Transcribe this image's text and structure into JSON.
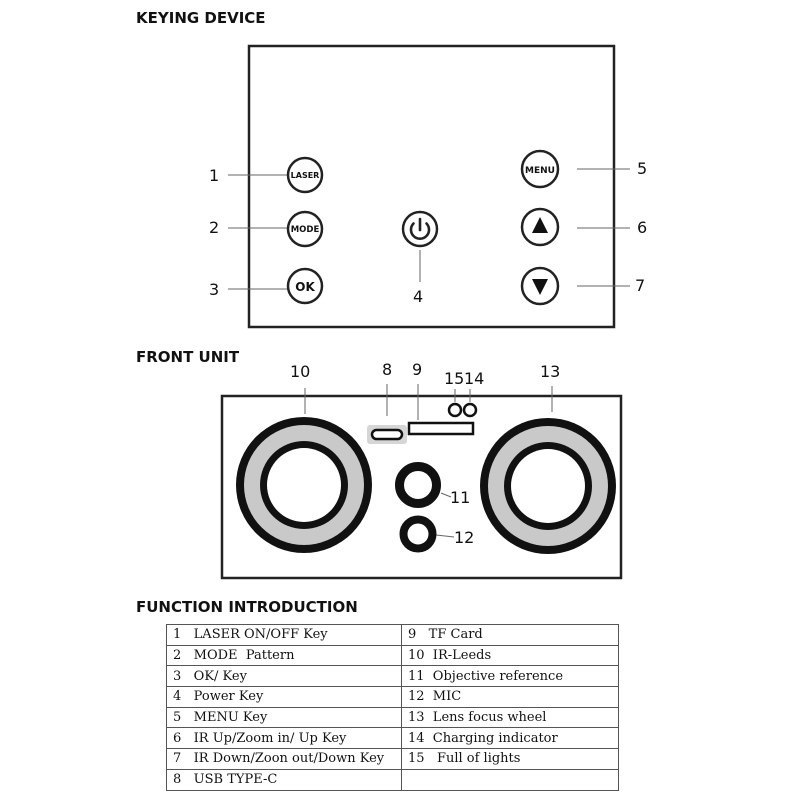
{
  "headings": {
    "keying": "KEYING DEVICE",
    "front": "FRONT UNIT",
    "function": "FUNCTION INTRODUCTION"
  },
  "keying": {
    "buttons": {
      "laser": "LASER",
      "mode": "MODE",
      "ok": "OK",
      "menu": "MENU"
    },
    "callouts": [
      "1",
      "2",
      "3",
      "4",
      "5",
      "6",
      "7"
    ]
  },
  "front": {
    "callouts": {
      "n10": "10",
      "n8": "8",
      "n9": "9",
      "n15": "15",
      "n14": "14",
      "n13": "13",
      "n11": "11",
      "n12": "12"
    }
  },
  "table": {
    "rows": [
      [
        "1   LASER ON/OFF Key",
        "9   TF Card"
      ],
      [
        "2   MODE  Pattern",
        "10  IR-Leeds"
      ],
      [
        "3   OK/ Key",
        "11  Objective reference"
      ],
      [
        "4   Power Key",
        "12  MIC"
      ],
      [
        "5   MENU Key",
        "13  Lens focus wheel"
      ],
      [
        "6   IR Up/Zoom in/ Up Key",
        "14  Charging indicator"
      ],
      [
        "7   IR Down/Zoon out/Down Key",
        "15   Full of lights"
      ],
      [
        "8   USB TYPE-C",
        ""
      ]
    ]
  }
}
